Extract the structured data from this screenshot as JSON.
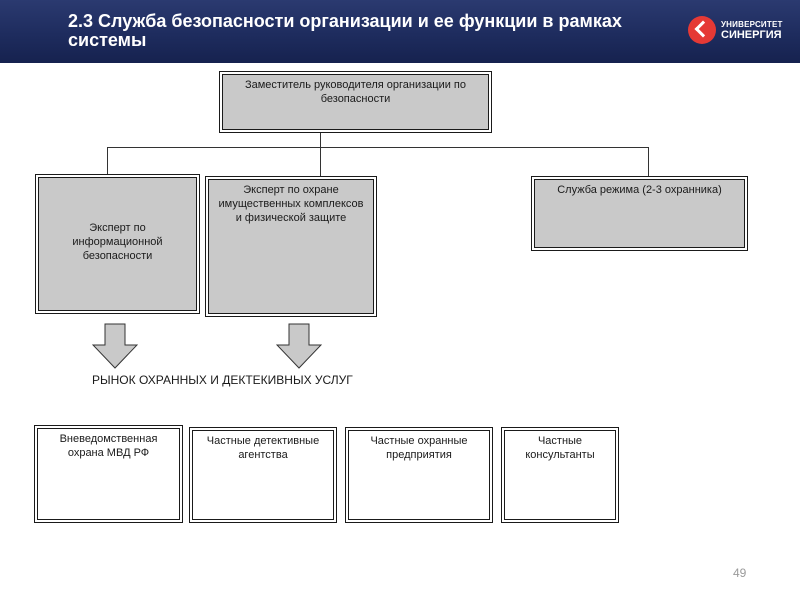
{
  "header": {
    "title": "2.3 Служба безопасности организации и ее функции в рамках системы",
    "logo": {
      "line1": "УНИВЕРСИТЕТ",
      "line2": "СИНЕРГИЯ",
      "accent": "#e53935"
    }
  },
  "org": {
    "top": "Заместитель руководителя организации по безопасности",
    "children": [
      "Эксперт по информационной безопасности",
      "Эксперт по охране имущественных комплексов и физической защите",
      "Служба режима (2-3 охранника)"
    ]
  },
  "market_label": "РЫНОК ОХРАННЫХ И ДЕКТЕКИВНЫХ УСЛУГ",
  "market_items": [
    "Вневедомственная охрана МВД РФ",
    "Частные детективные агентства",
    "Частные охранные предприятия",
    "Частные консультанты"
  ],
  "page_number": "49",
  "colors": {
    "header_bg": "#1e2c5e",
    "box_fill": "#c9c9c9"
  }
}
